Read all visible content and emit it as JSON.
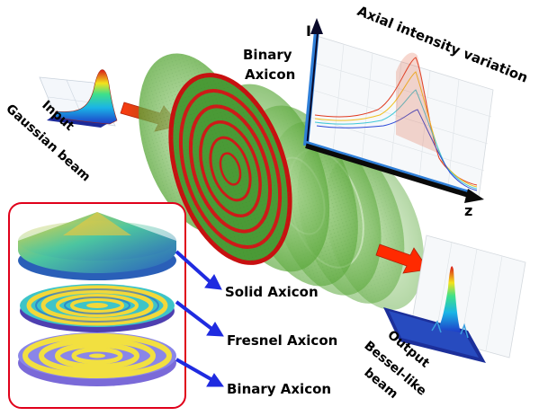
{
  "labels": {
    "input": [
      "Input",
      "Gaussian beam"
    ],
    "binary_axicon_top": [
      "Binary",
      "Axicon"
    ],
    "axial_title": "Axial intensity variation",
    "axis_i": "I",
    "axis_z": "z",
    "output": [
      "Output",
      "Bessel-like",
      "beam"
    ],
    "solid_axicon": "Solid Axicon",
    "fresnel_axicon": "Fresnel Axicon",
    "binary_axicon_legend": "Binary Axicon"
  },
  "colors": {
    "legend_border": "#e0001a",
    "arrow_red": "#ff2a00",
    "arrow_blue": "#1f2be0",
    "disk_green": "#5fae3a",
    "ring_red": "#e01010",
    "axis_blue": "#2f7fd8"
  },
  "icons": [
    "gaussian-beam-plot-icon",
    "axial-intensity-plot-icon",
    "bessel-beam-plot-icon",
    "solid-axicon-icon",
    "fresnel-axicon-icon",
    "binary-axicon-icon"
  ]
}
